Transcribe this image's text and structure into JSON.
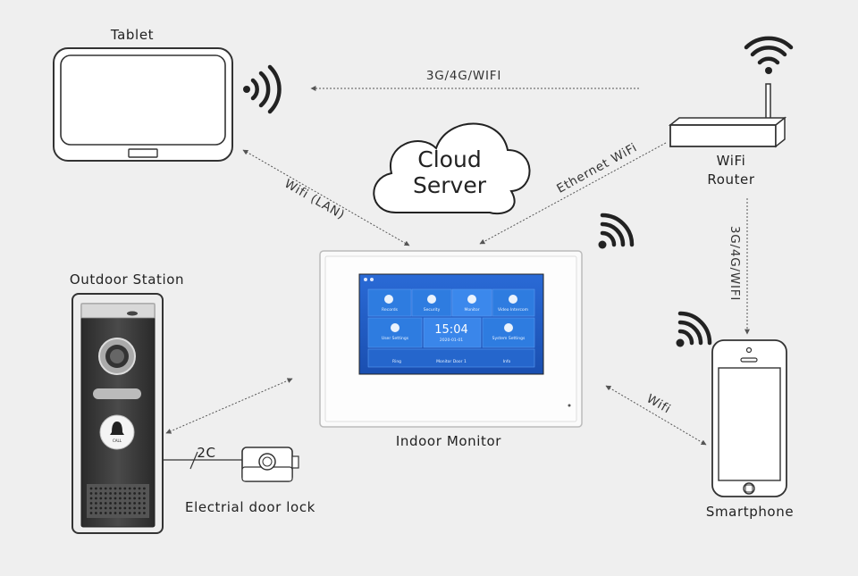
{
  "devices": {
    "tablet": "Tablet",
    "router": [
      "WiFi",
      "Router"
    ],
    "outdoor_station": "Outdoor Station",
    "indoor_monitor": "Indoor Monitor",
    "smartphone": "Smartphone",
    "door_lock": "Electrial door lock",
    "cloud": [
      "Cloud",
      "Server"
    ]
  },
  "connections": {
    "router_to_tablet": "3G/4G/WIFI",
    "tablet_to_monitor": "Wifi (LAN)",
    "router_to_monitor": "Ethernet WiFi",
    "router_to_phone": "3G/4G/WIFI",
    "phone_to_monitor": "Wifi",
    "station_to_lock": "2C"
  },
  "monitor_screen": {
    "time": "15:04",
    "date": "2020-01-01",
    "tiles": [
      "Records",
      "Security",
      "Monitor",
      "Video Intercom",
      "User Settings",
      "System Settings"
    ],
    "bottom_bar": [
      "Ring",
      "Monitor Door 1",
      "Info"
    ]
  },
  "outdoor_panel": {
    "call_label": "CALL"
  },
  "icons": [
    "wifi-icon",
    "bell-icon",
    "camera-icon"
  ],
  "colors": {
    "screen_blue": "#1f5fc4",
    "tile_blue": "#2e7ce0",
    "background": "#efefef"
  }
}
